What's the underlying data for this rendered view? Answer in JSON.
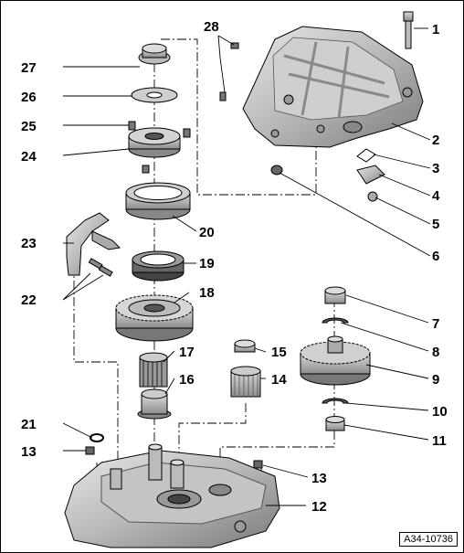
{
  "figure_ref": "A34-10736",
  "callouts": {
    "c1": "1",
    "c2": "2",
    "c3": "3",
    "c4": "4",
    "c5": "5",
    "c6": "6",
    "c7": "7",
    "c8": "8",
    "c9": "9",
    "c10": "10",
    "c11": "11",
    "c12": "12",
    "c13a": "13",
    "c13b": "13",
    "c14": "14",
    "c15": "15",
    "c16": "16",
    "c17": "17",
    "c18": "18",
    "c19": "19",
    "c20": "20",
    "c21": "21",
    "c22": "22",
    "c23": "23",
    "c24": "24",
    "c25": "25",
    "c26": "26",
    "c27": "27",
    "c28": "28"
  }
}
